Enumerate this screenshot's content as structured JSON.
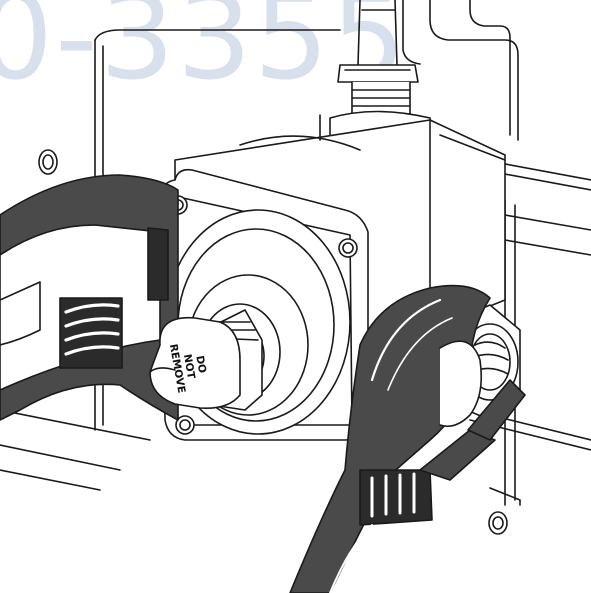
{
  "watermark": {
    "text": "0-3355"
  },
  "cap_label": {
    "line1": "DO",
    "line2": "NOT",
    "line3": "REMOVE"
  },
  "colors": {
    "wrench": "#4a4a4a",
    "wrench_dark": "#2b2b2b",
    "line": "#1a1a1a",
    "background": "#ffffff",
    "watermark": "#b9c6df"
  }
}
